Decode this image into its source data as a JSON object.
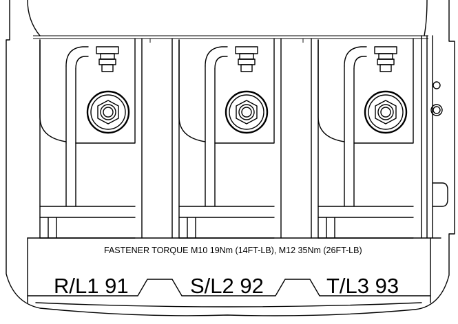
{
  "note": {
    "torque": "FASTENER TORQUE M10 19Nm (14FT-LB), M12 35Nm (26FT-LB)"
  },
  "terminals": [
    {
      "label": "R/L1 91"
    },
    {
      "label": "S/L2 92"
    },
    {
      "label": "T/L3 93"
    }
  ],
  "colors": {
    "line": "#000000",
    "background": "#ffffff"
  },
  "icons": [
    "nut-icon",
    "bolt-head-icon",
    "mounting-screw-icon"
  ]
}
